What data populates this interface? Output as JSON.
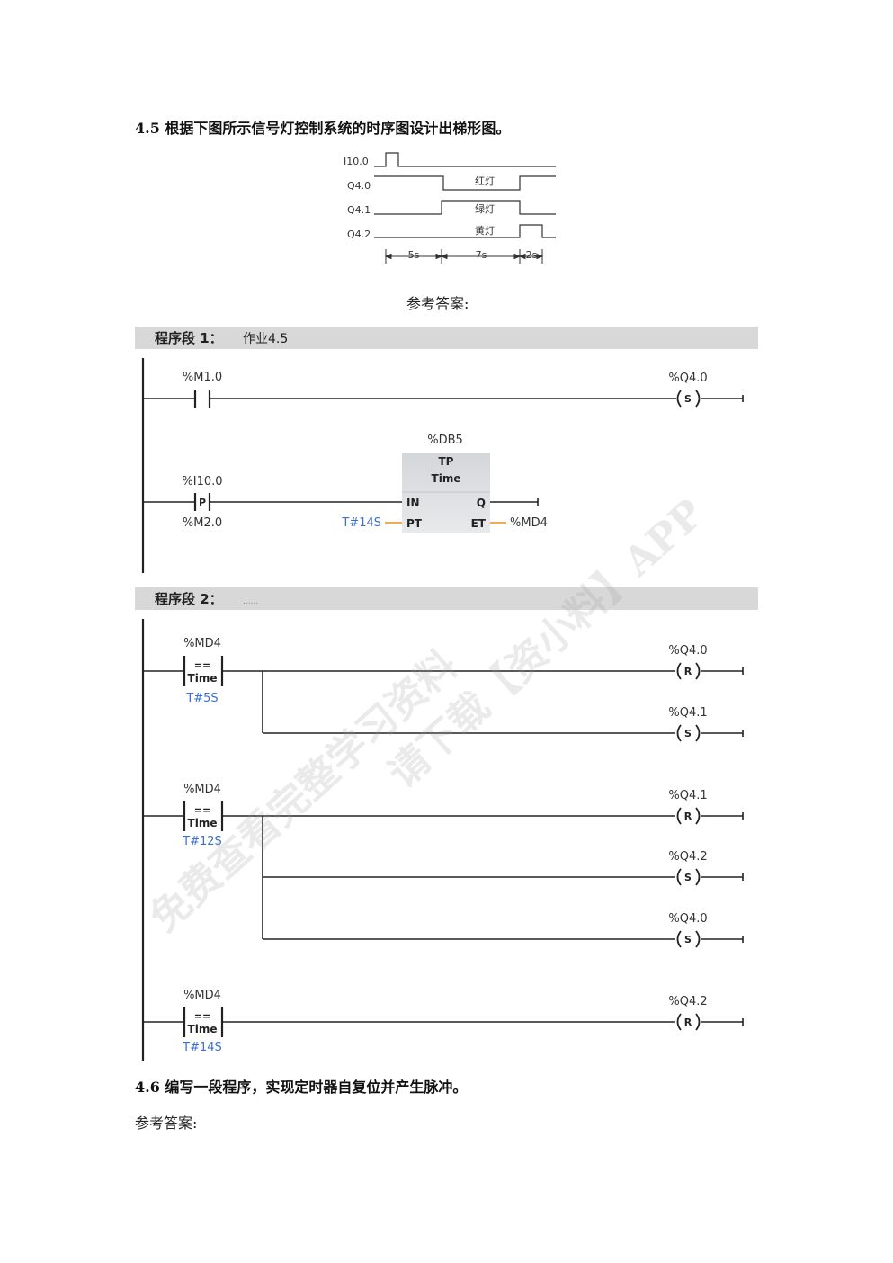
{
  "q45": {
    "title": "4.5 根据下图所示信号灯控制系统的时序图设计出梯形图。",
    "timing": {
      "signals": [
        "I10.0",
        "Q4.0",
        "Q4.1",
        "Q4.2"
      ],
      "lamps": [
        "红灯",
        "绿灯",
        "黄灯"
      ],
      "durations": [
        "5s",
        "7s",
        "2s"
      ]
    },
    "answer_label": "参考答案:"
  },
  "seg1": {
    "title": "程序段 1：",
    "comment": "作业4.5",
    "contact_addr": "%M1.0",
    "coil_addr": "%Q4.0",
    "coil_type": "S",
    "db": "%DB5",
    "block_type": "TP",
    "block_sub": "Time",
    "pin_in": "IN",
    "pin_pt": "PT",
    "pin_q": "Q",
    "pin_et": "ET",
    "p_contact_addr": "%I10.0",
    "p_contact_label": "P",
    "p_contact_mem": "%M2.0",
    "pt_value": "T#14S",
    "et_out": "%MD4"
  },
  "seg2": {
    "title": "程序段 2：",
    "comment": "......",
    "compare_op": "==",
    "compare_type": "Time",
    "rows": [
      {
        "operand": "%MD4",
        "value": "T#5S",
        "coils": [
          {
            "addr": "%Q4.0",
            "type": "R"
          },
          {
            "addr": "%Q4.1",
            "type": "S"
          }
        ]
      },
      {
        "operand": "%MD4",
        "value": "T#12S",
        "coils": [
          {
            "addr": "%Q4.1",
            "type": "R"
          },
          {
            "addr": "%Q4.2",
            "type": "S"
          },
          {
            "addr": "%Q4.0",
            "type": "S"
          }
        ]
      },
      {
        "operand": "%MD4",
        "value": "T#14S",
        "coils": [
          {
            "addr": "%Q4.2",
            "type": "R"
          }
        ]
      }
    ]
  },
  "q46": {
    "title": "4.6 编写一段程序，实现定时器自复位并产生脉冲。",
    "answer_label": "参考答案:"
  },
  "watermark": {
    "line1": "免费查看完整学习资料",
    "line2": "请下载【资小料】APP"
  }
}
